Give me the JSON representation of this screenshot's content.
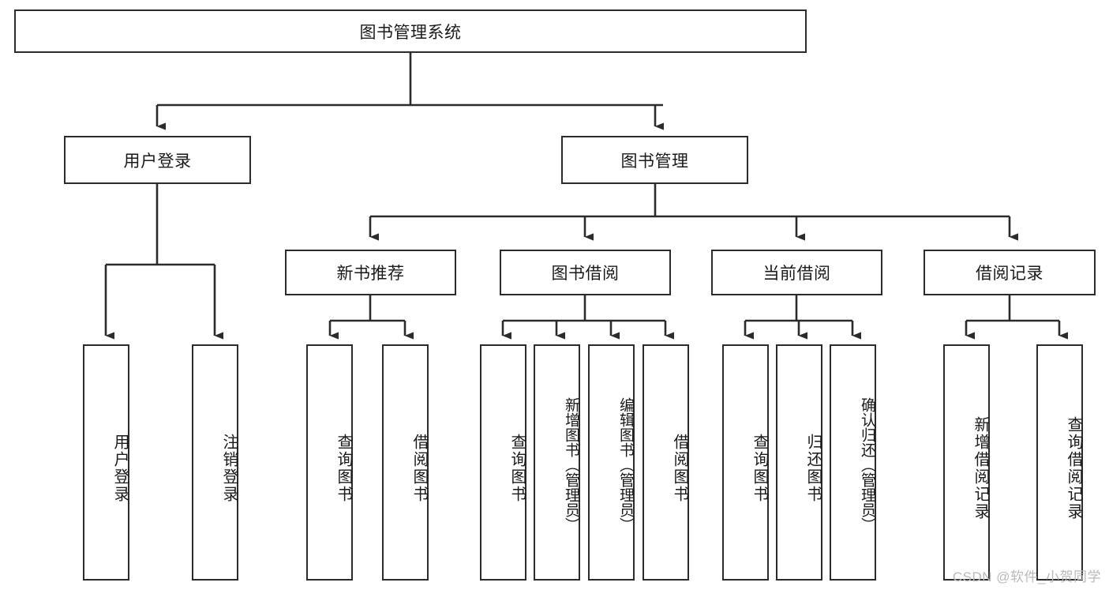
{
  "diagram": {
    "type": "hierarchy-tree",
    "root": {
      "label": "图书管理系统"
    },
    "level2": [
      {
        "label": "用户登录"
      },
      {
        "label": "图书管理"
      }
    ],
    "level3": [
      {
        "label": "新书推荐"
      },
      {
        "label": "图书借阅"
      },
      {
        "label": "当前借阅"
      },
      {
        "label": "借阅记录"
      }
    ],
    "leaves": {
      "user_login": [
        {
          "label": "用户登录"
        },
        {
          "label": "注销登录"
        }
      ],
      "new_book_recommend": [
        {
          "label": "查询图书"
        },
        {
          "label": "借阅图书"
        }
      ],
      "book_borrow": [
        {
          "label": "查询图书"
        },
        {
          "label": "新增图书（管理员）"
        },
        {
          "label": "编辑图书（管理员）"
        },
        {
          "label": "借阅图书"
        }
      ],
      "current_borrow": [
        {
          "label": "查询图书"
        },
        {
          "label": "归还图书"
        },
        {
          "label": "确认归还（管理员）"
        }
      ],
      "borrow_record": [
        {
          "label": "新增借阅记录"
        },
        {
          "label": "查询借阅记录"
        }
      ]
    }
  },
  "watermark": {
    "text": "CSDN @软件_小贺同学"
  },
  "colors": {
    "stroke": "#2b2b2b",
    "fill": "#ffffff",
    "text": "#1a1a1a",
    "watermark": "#b9b9b9"
  }
}
